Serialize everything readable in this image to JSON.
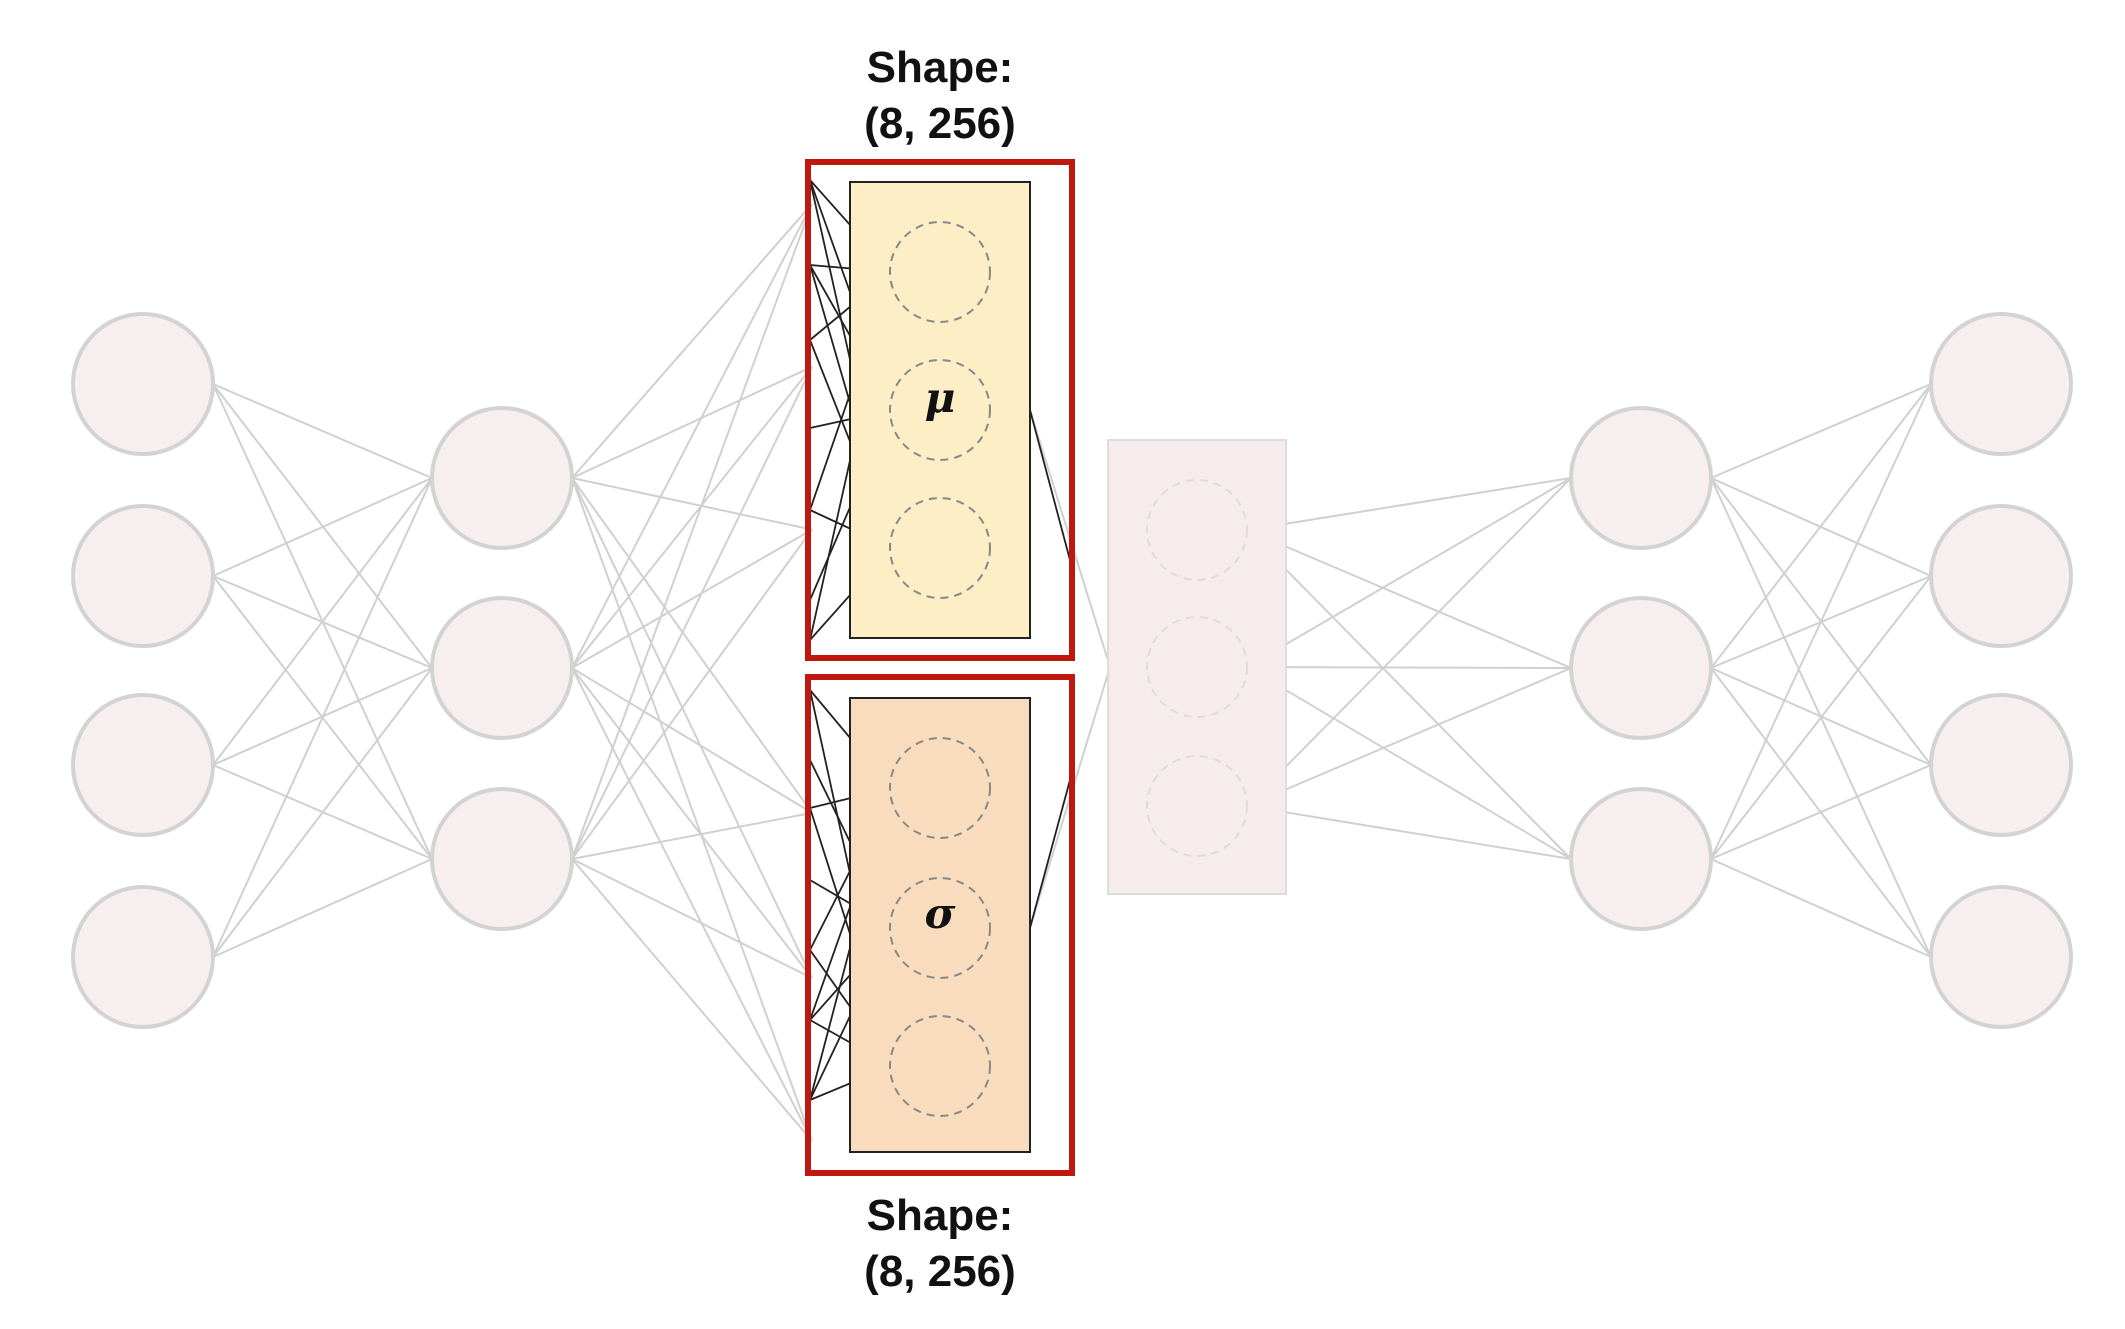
{
  "mu_block": {
    "label_line1": "Shape:",
    "label_line2": "(8, 256)",
    "symbol": "μ",
    "fill_color": "#fdeec5"
  },
  "sigma_block": {
    "label_line1": "Shape:",
    "label_line2": "(8, 256)",
    "symbol": "σ",
    "fill_color": "#f8dcbd"
  },
  "colors": {
    "highlight_border": "#c0170f",
    "faded_node_fill": "#f7eeef",
    "faded_node_stroke": "#d3d3d3",
    "faded_edge": "#d0d0d0",
    "active_edge": "#222222",
    "latent_box_fill": "#f7eced"
  },
  "layers": {
    "input_nodes": 4,
    "hidden1_nodes": 3,
    "mu_nodes": 3,
    "sigma_nodes": 3,
    "latent_nodes": 3,
    "hidden2_nodes": 3,
    "output_nodes": 4
  }
}
